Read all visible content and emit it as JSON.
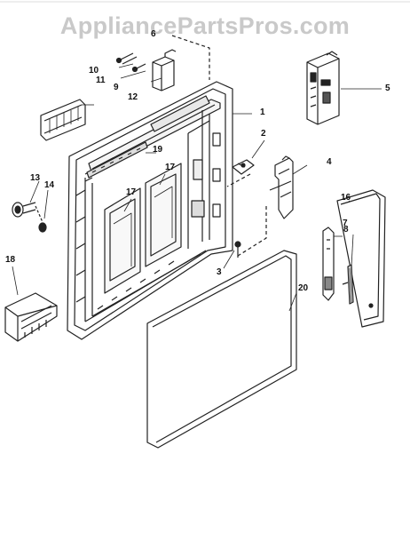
{
  "watermark": "AppliancePartsPros.com",
  "callouts": [
    "1",
    "2",
    "3",
    "4",
    "5",
    "6",
    "7",
    "8",
    "9",
    "10",
    "11",
    "12",
    "13",
    "14",
    "16",
    "17",
    "17",
    "18",
    "19",
    "20"
  ]
}
